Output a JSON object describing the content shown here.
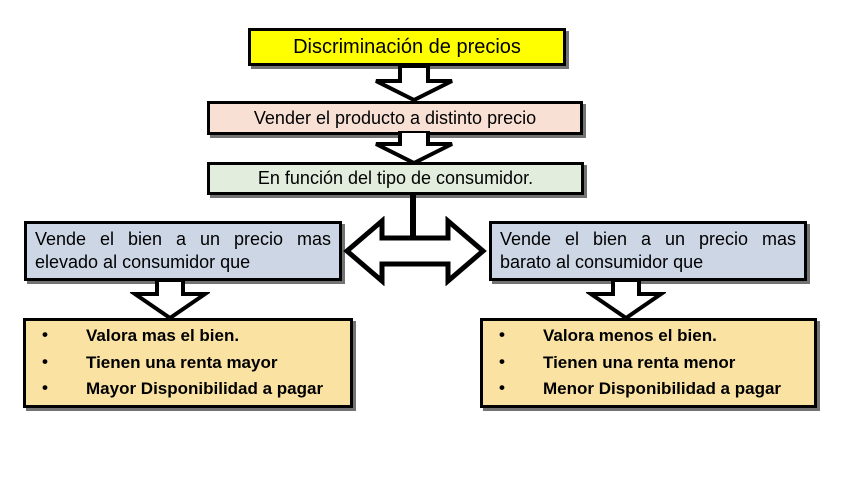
{
  "diagram": {
    "title_node": {
      "label": "Discriminación de precios",
      "color": "#ffff00"
    },
    "sell_node": {
      "label": "Vender el producto a distinto precio",
      "color": "#f8e0d4"
    },
    "consumer_node": {
      "label": "En función del tipo de consumidor.",
      "color": "#e2eddd"
    },
    "expensive_node": {
      "line1": "Vende el bien a un precio mas",
      "line2": "elevado al consumidor que",
      "color": "#ccd6e5"
    },
    "cheap_node": {
      "line1": "Vende el bien a un precio mas",
      "line2": "barato al consumidor que",
      "color": "#ccd6e5"
    },
    "buyer_high_node": {
      "color": "#fae3a2",
      "bullets": [
        "Valora mas el bien.",
        "Tienen una renta mayor",
        "Mayor Disponibilidad a pagar"
      ]
    },
    "buyer_low_node": {
      "color": "#fae3a2",
      "bullets": [
        "Valora menos el bien.",
        "Tienen una renta menor",
        "Menor Disponibilidad a pagar"
      ]
    },
    "connectors": {
      "arrow_title_to_sell": "down-block-arrow",
      "arrow_sell_to_consumer": "down-block-arrow",
      "arrow_split": "double-headed-horizontal-arrow",
      "arrow_expensive_to_buyer_high": "down-block-arrow",
      "arrow_cheap_to_buyer_low": "down-block-arrow",
      "stem": "vertical-line"
    },
    "colors": {
      "outline": "#000000",
      "arrow_fill": "#ffffff"
    }
  }
}
